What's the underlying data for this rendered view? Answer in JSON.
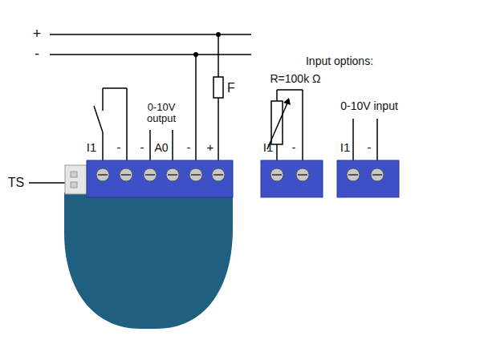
{
  "diagram": {
    "labels": [
      "+",
      "-",
      "Input options:",
      "R=100k Ω",
      "F",
      "0-10V output",
      "0-10V input",
      "I1",
      "-",
      "-",
      "A0",
      "-",
      "+",
      "I1",
      "-",
      "I1",
      "-",
      "TS"
    ]
  }
}
